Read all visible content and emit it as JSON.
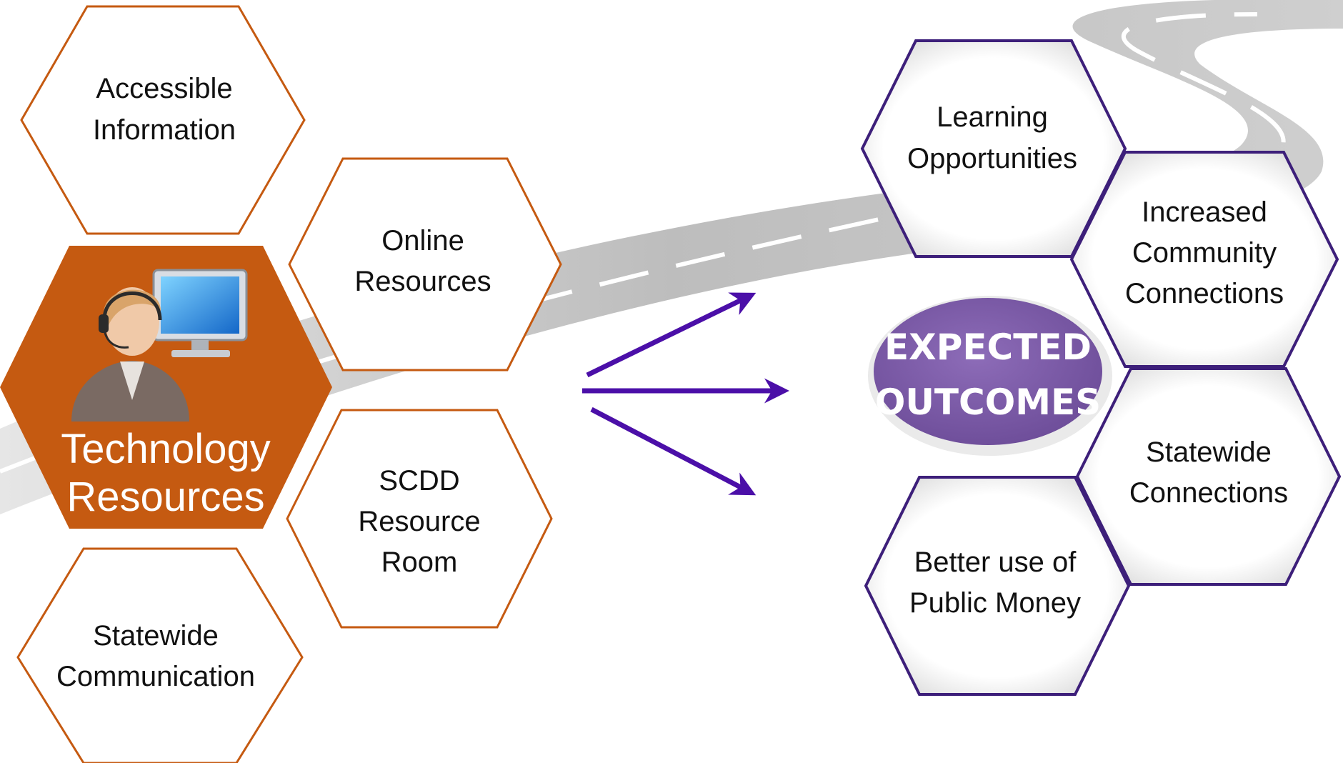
{
  "left_group": {
    "center": {
      "line1": "Technology",
      "line2": "Resources",
      "fill_color": "#c55a11",
      "icon": "support-agent-icon"
    },
    "hexes": [
      {
        "line1": "Accessible",
        "line2": "Information"
      },
      {
        "line1": "Online",
        "line2": "Resources"
      },
      {
        "line1": "SCDD",
        "line2": "Resource",
        "line3": "Room"
      },
      {
        "line1": "Statewide",
        "line2": "Communication"
      }
    ],
    "border_color": "#c55a11"
  },
  "arrows": {
    "color": "#4b0fa8",
    "count": 3
  },
  "badge": {
    "line1": "EXPECTED",
    "line2": "OUTCOMES",
    "fill_color": "#7b5aa6"
  },
  "right_group": {
    "hexes": [
      {
        "line1": "Learning",
        "line2": "Opportunities"
      },
      {
        "line1": "Increased",
        "line2": "Community",
        "line3": "Connections"
      },
      {
        "line1": "Statewide",
        "line2": "Connections"
      },
      {
        "line1": "Better use of",
        "line2": "Public Money"
      }
    ],
    "border_color": "#3d1f7a"
  },
  "background": {
    "road_color": "#b8b8b8",
    "icon": "road-icon"
  }
}
